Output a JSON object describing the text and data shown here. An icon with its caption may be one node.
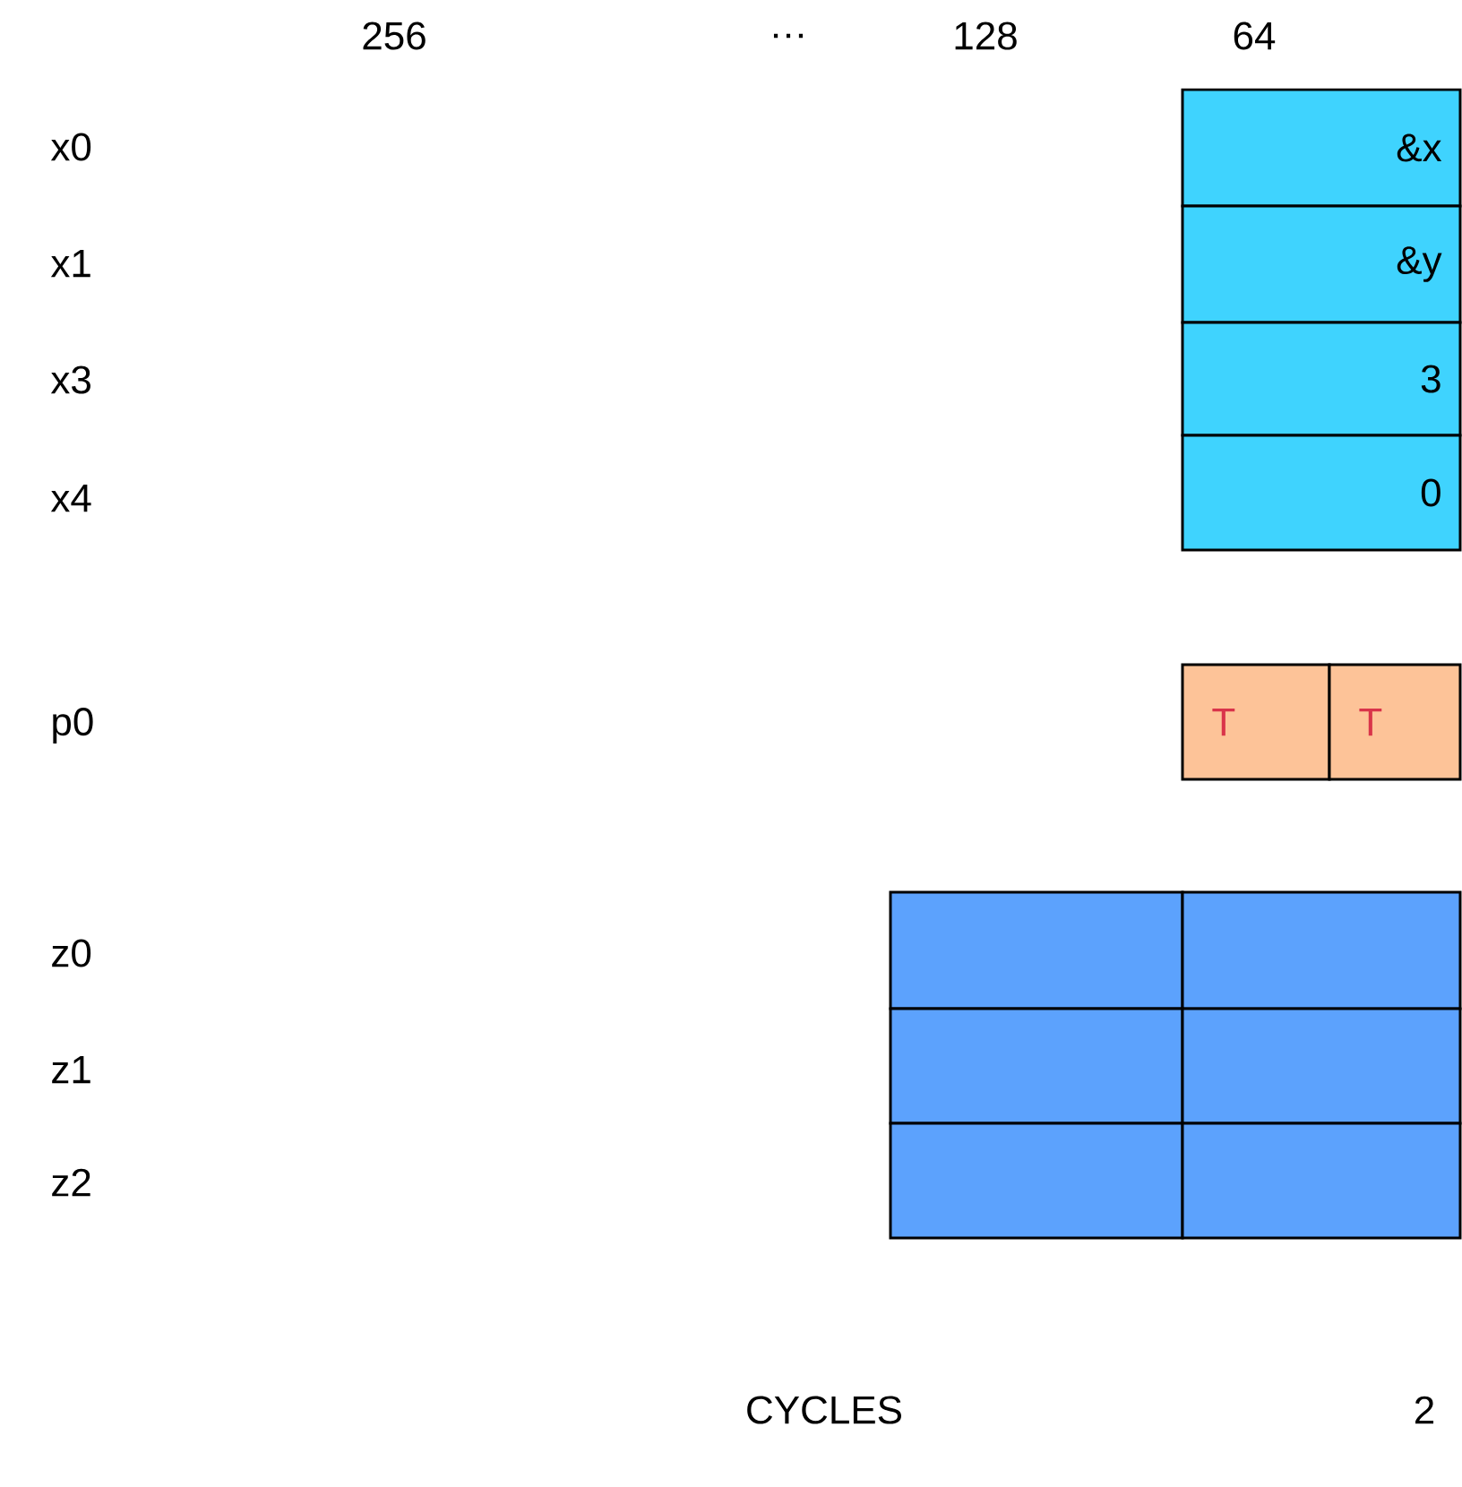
{
  "diagram": {
    "nodes": [
      {
        "text": [
          "&x"
        ]
      },
      {
        "text": [
          "&y"
        ]
      },
      {
        "text": [
          "3"
        ]
      },
      {
        "text": [
          "0"
        ]
      },
      {
        "text": [
          "T"
        ]
      },
      {
        "text": [
          "T"
        ]
      },
      {
        "text": [],
        "shape": "box"
      },
      {
        "text": [],
        "shape": "box"
      },
      {
        "text": [],
        "shape": "box"
      },
      {
        "text": [],
        "shape": "box"
      },
      {
        "text": [],
        "shape": "box"
      },
      {
        "text": [],
        "shape": "box"
      }
    ],
    "labels": [
      "256",
      "…",
      "128",
      "64",
      "x0",
      "x1",
      "x3",
      "x4",
      "p0",
      "z0",
      "z1",
      "z2",
      "CYCLES",
      "2"
    ]
  }
}
